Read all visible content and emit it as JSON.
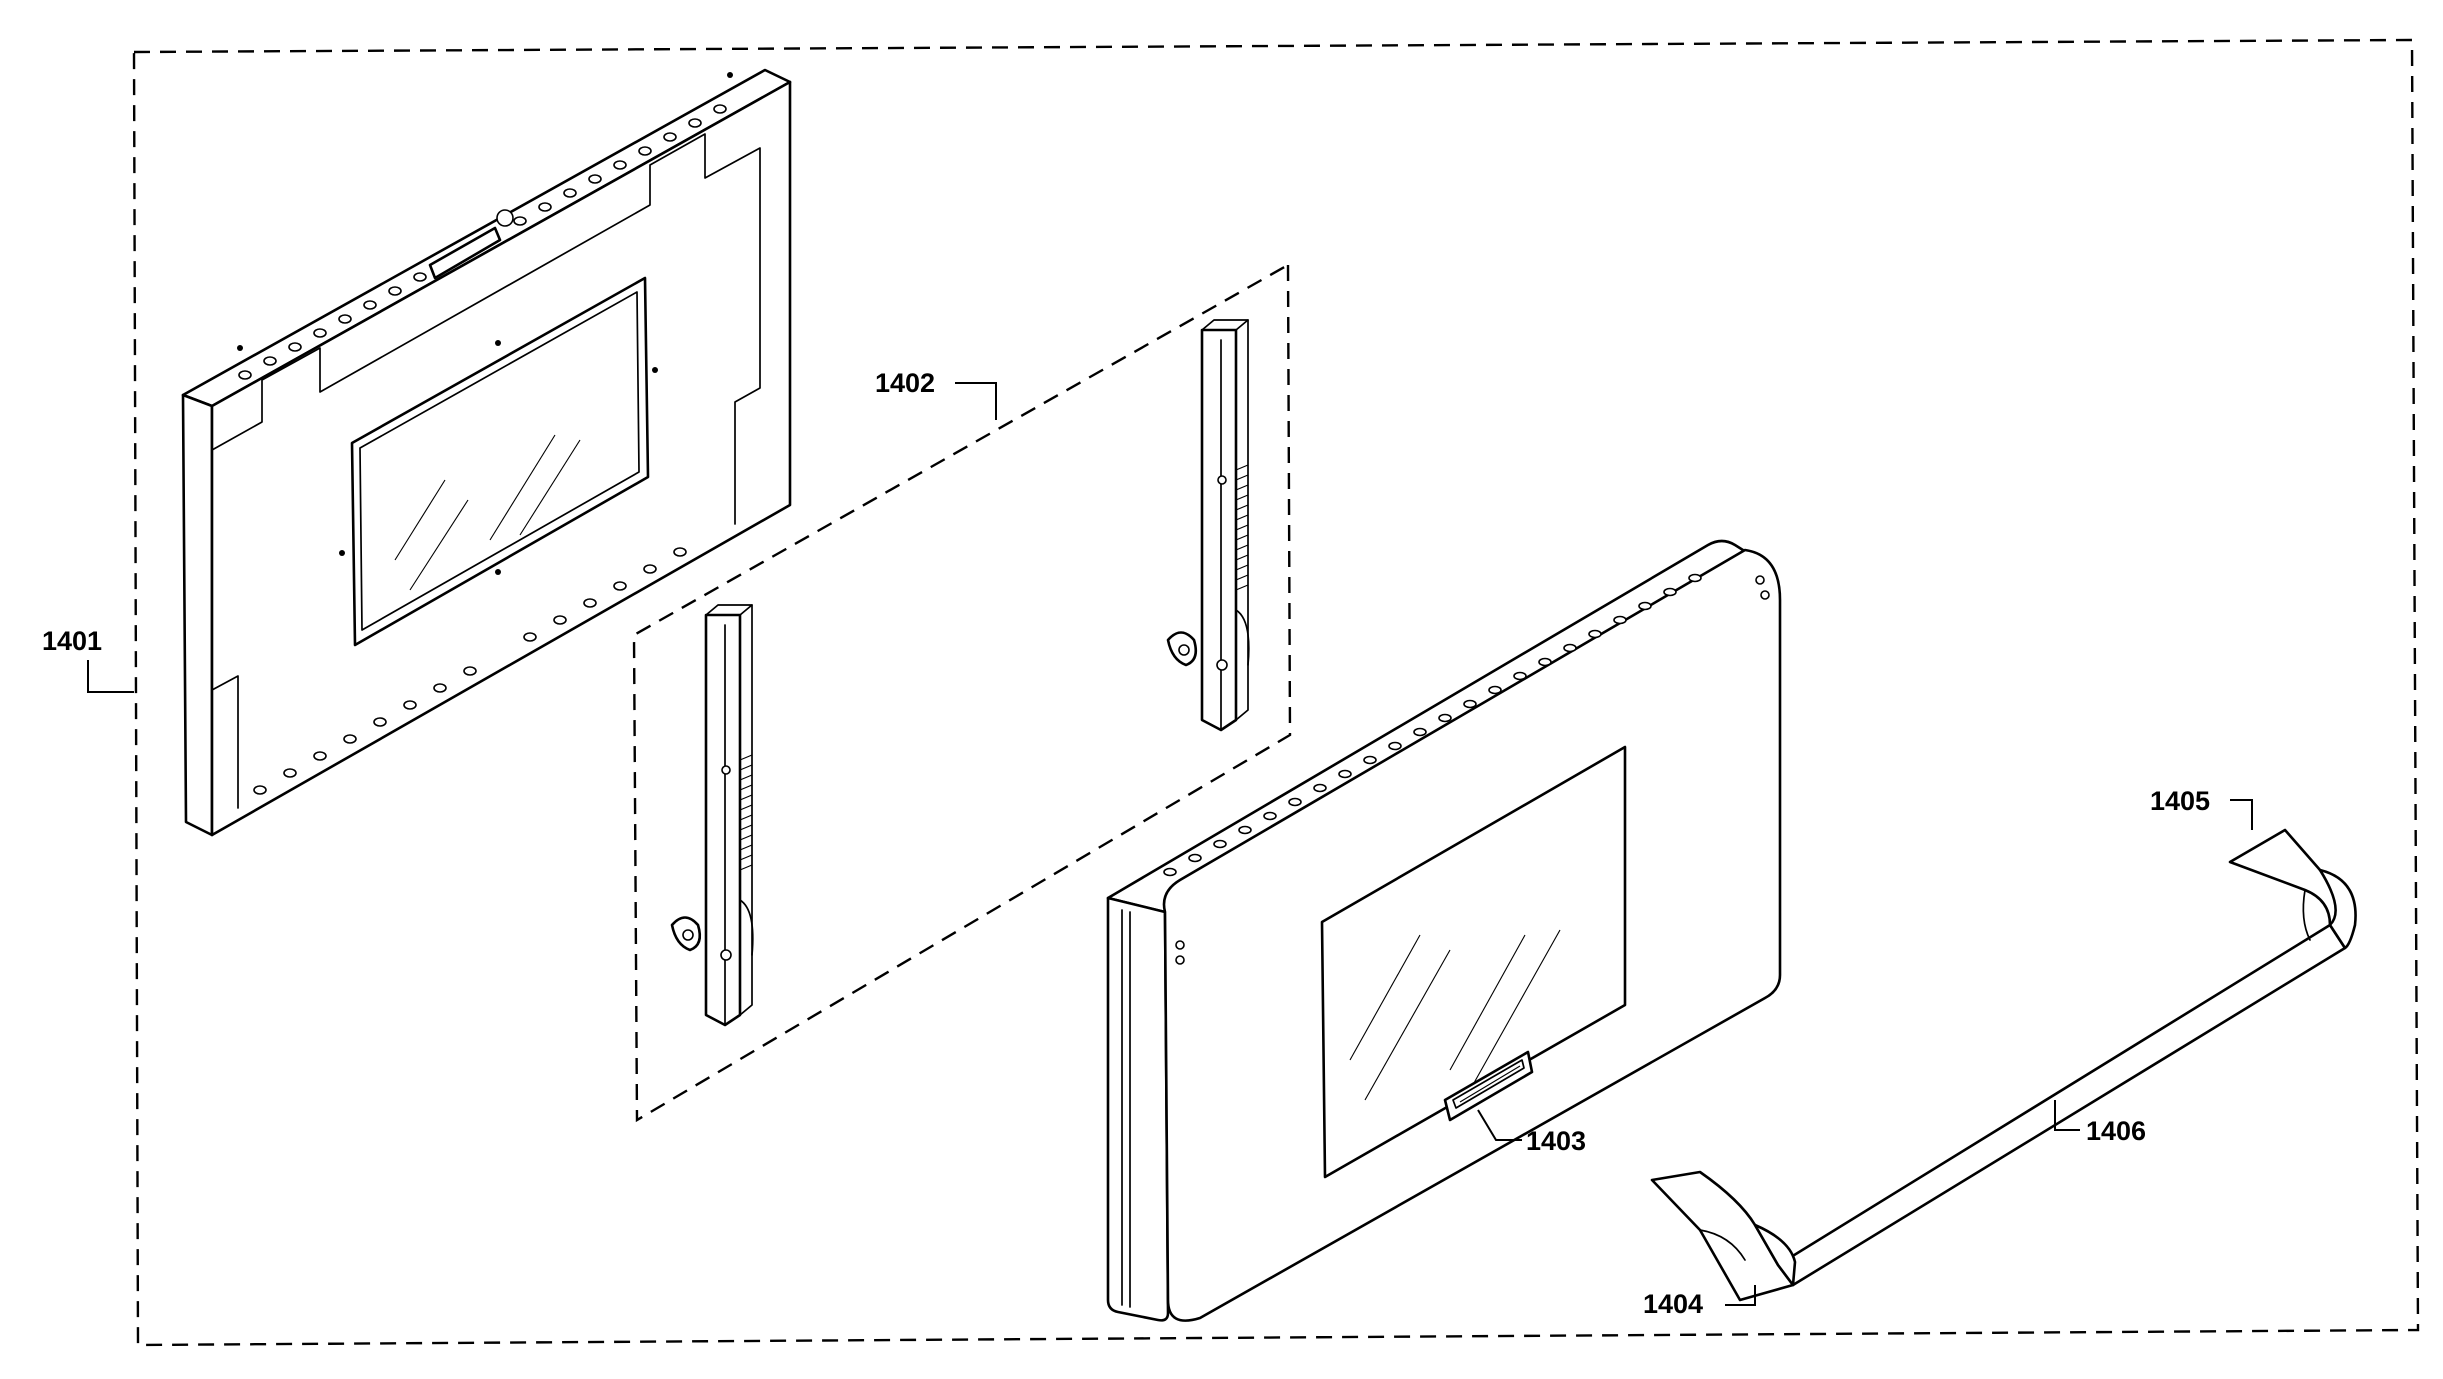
{
  "diagram": {
    "callouts": {
      "c1401": "1401",
      "c1402": "1402",
      "c1403": "1403",
      "c1404": "1404",
      "c1405": "1405",
      "c1406": "1406"
    },
    "parts": [
      "inner-door-panel",
      "hinge-assembly-left",
      "hinge-assembly-right",
      "outer-door-panel",
      "badge",
      "handle-end-cap-left",
      "handle-end-cap-right",
      "handle-bar"
    ]
  }
}
